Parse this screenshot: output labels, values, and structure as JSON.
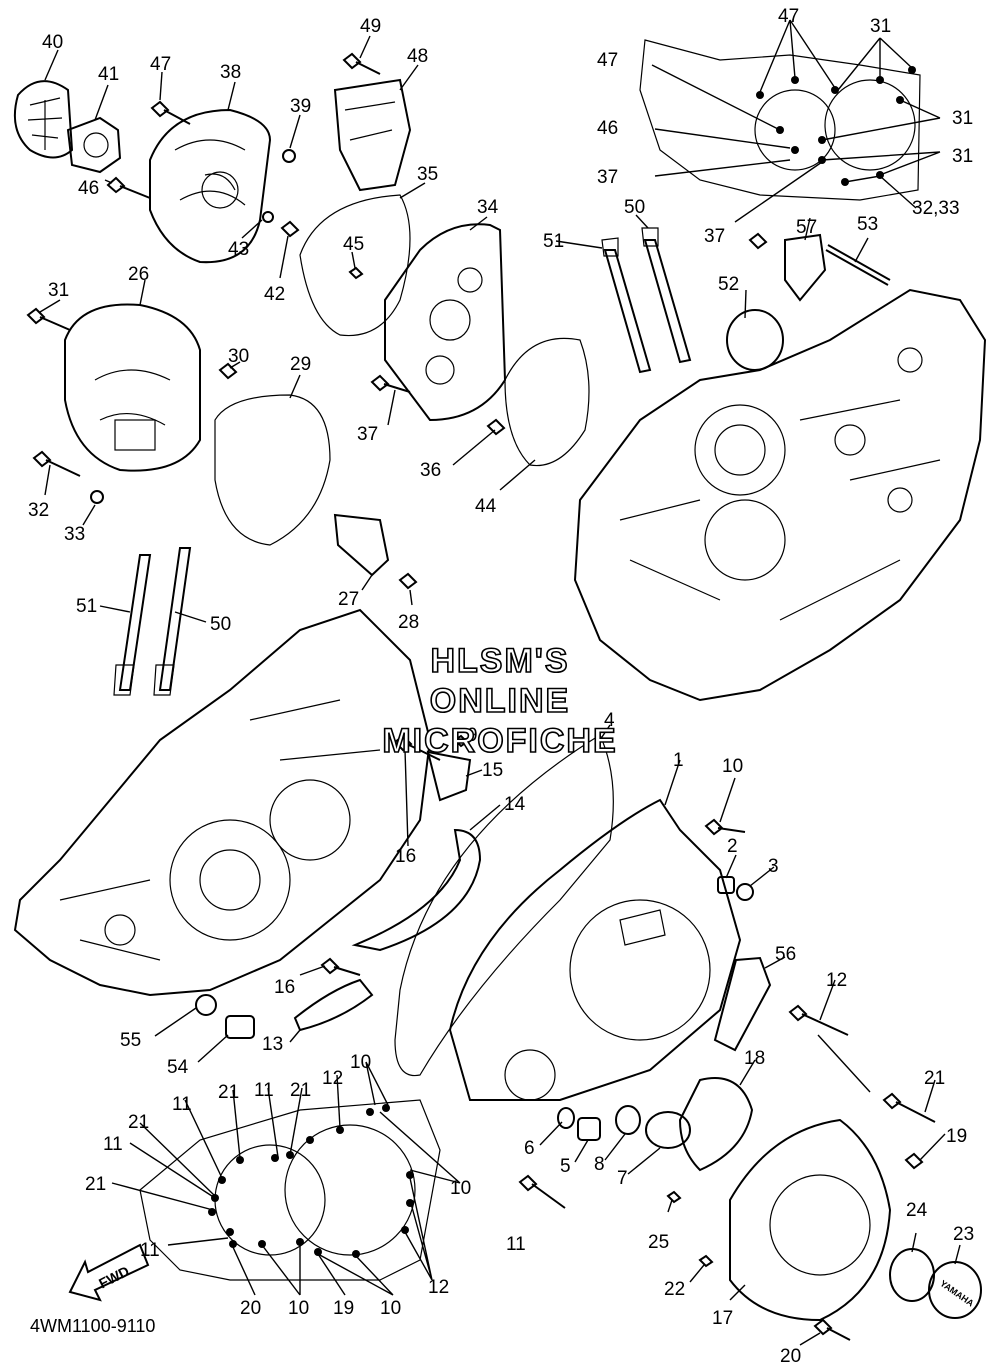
{
  "watermark": {
    "line1": "HLSM'S",
    "line2": "ONLINE",
    "line3": "MICROFICHE"
  },
  "diagram_code": "4WM1100-9110",
  "fwd_label": "FWD",
  "cap_logo": "YAMAHA",
  "callouts": {
    "c40": "40",
    "c41": "41",
    "c47a": "47",
    "c38": "38",
    "c49": "49",
    "c48": "48",
    "c39": "39",
    "c46a": "46",
    "c43": "43",
    "c42": "42",
    "c35": "35",
    "c45": "45",
    "c34": "34",
    "c47b": "47",
    "c47c": "47",
    "c46b": "46",
    "c37a": "37",
    "c37b": "37",
    "c31a": "31",
    "c31b": "31",
    "c31c": "31",
    "c3233a": "32,33",
    "c50a": "50",
    "c51a": "51",
    "c57": "57",
    "c53": "53",
    "c52": "52",
    "c31d": "31",
    "c26": "26",
    "c30": "30",
    "c29": "29",
    "c37c": "37",
    "c36": "36",
    "c44": "44",
    "c32": "32",
    "c33": "33",
    "c27": "27",
    "c28": "28",
    "c51b": "51",
    "c50b": "50",
    "c4": "4",
    "c1": "1",
    "c10a": "10",
    "c9": "9",
    "c15": "15",
    "c14": "14",
    "c16a": "16",
    "c2": "2",
    "c3": "3",
    "c56": "56",
    "c12a": "12",
    "c16b": "16",
    "c13": "13",
    "c55": "55",
    "c54": "54",
    "c18": "18",
    "c21a": "21",
    "c19a": "19",
    "c6": "6",
    "c5": "5",
    "c8": "8",
    "c7": "7",
    "c10b": "10",
    "c12b": "12",
    "c10c": "10",
    "c21b": "21",
    "c11a": "11",
    "c21c": "21",
    "c11b": "11",
    "c21d": "21",
    "c11c": "11",
    "c21e": "21",
    "c11d": "11",
    "c11e": "11",
    "c20a": "20",
    "c10d": "10",
    "c19b": "19",
    "c10e": "10",
    "c12c": "12",
    "c11f": "11",
    "c25": "25",
    "c24": "24",
    "c23": "23",
    "c22": "22",
    "c17": "17",
    "c20b": "20"
  }
}
